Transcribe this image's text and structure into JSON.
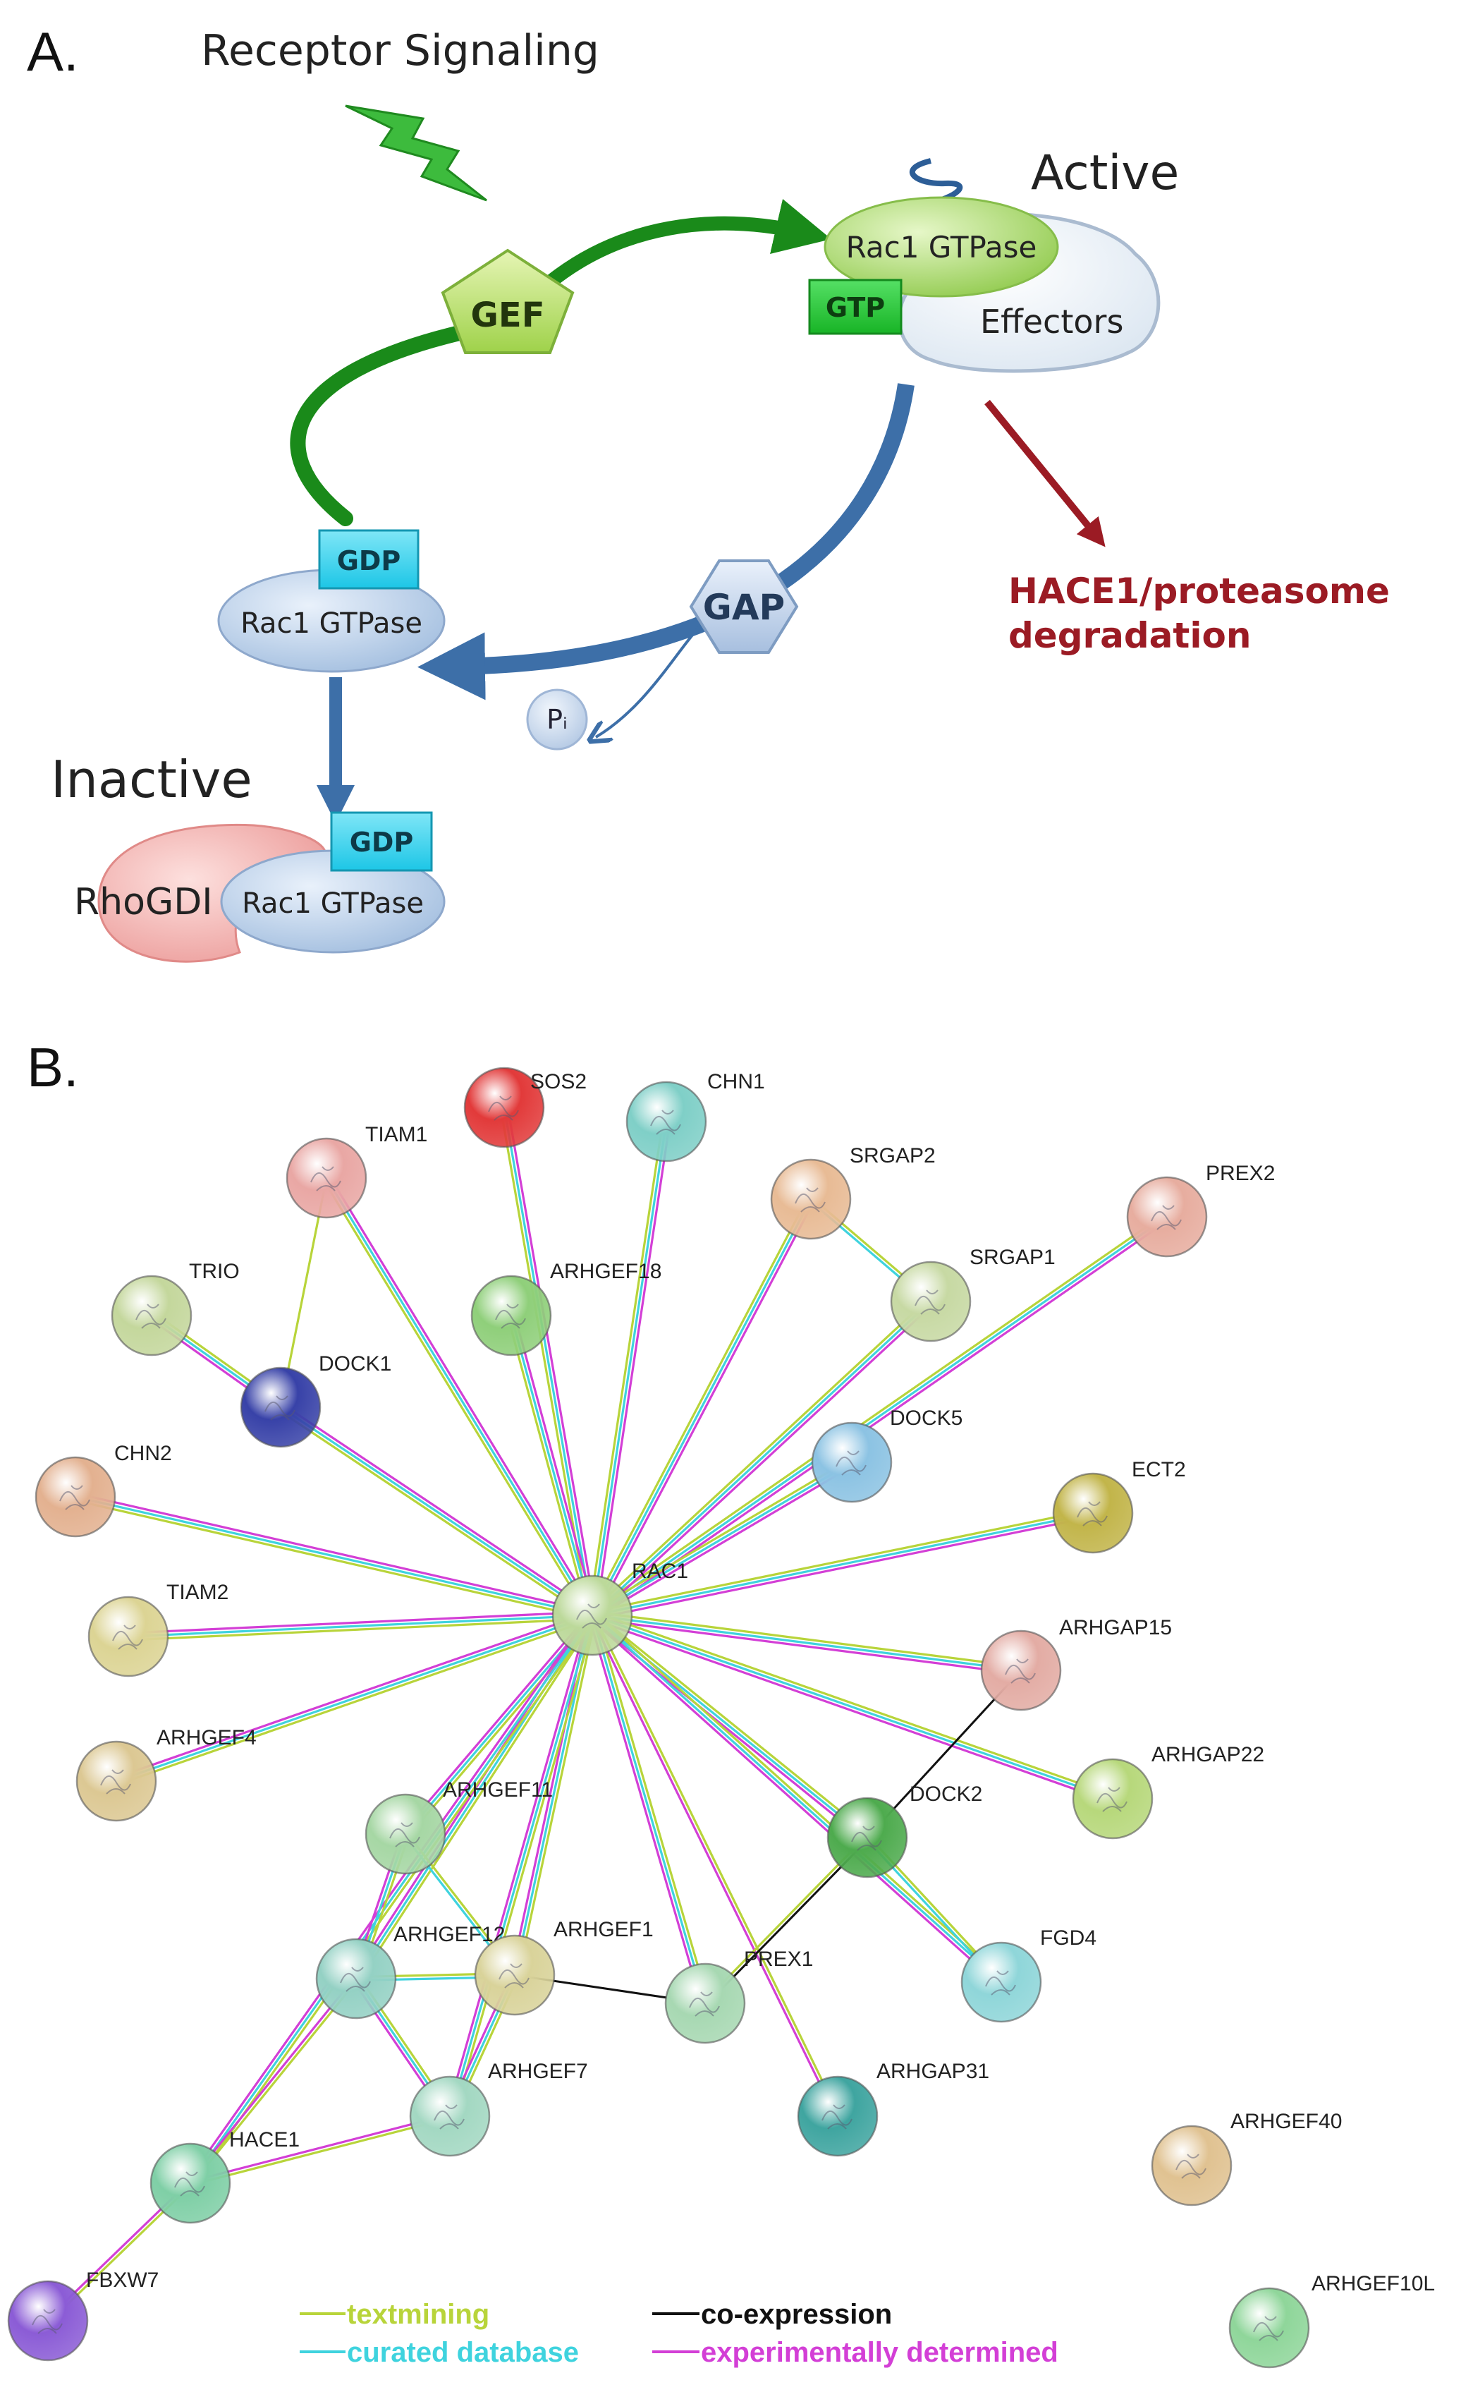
{
  "panel_a": {
    "label": "A.",
    "receptor_signaling": "Receptor Signaling",
    "active_label": "Active",
    "inactive_label": "Inactive",
    "gef": "GEF",
    "gap": "GAP",
    "gtp": "GTP",
    "gdp_top": "GDP",
    "gdp_bottom": "GDP",
    "rac1_active": "Rac1 GTPase",
    "rac1_gdp": "Rac1 GTPase",
    "rac1_bottom": "Rac1 GTPase",
    "effectors": "Effectors",
    "rhogdi": "RhoGDI",
    "pi": "Pᵢ",
    "degradation_line1": "HACE1/proteasome",
    "degradation_line2": "degradation",
    "colors": {
      "green_arrow": "#1a8a1a",
      "blue_arrow": "#3d6fa8",
      "degradation": "#9b1b24",
      "gtp": "#22cc33",
      "gdp": "#33d5f0",
      "rac1_active": "#a9dd6b",
      "rac1_inactive": "#b8d0ea",
      "rhogdi": "#f0aaa8"
    }
  },
  "panel_b": {
    "label": "B.",
    "legend": {
      "textmining": "textmining",
      "curated_database": "curated database",
      "co_expression": "co-expression",
      "experimentally_determined": "experimentally determined"
    },
    "colors": {
      "textmining": "#b8d43a",
      "curated_database": "#3fd3de",
      "co_expression": "#111111",
      "experimentally_determined": "#d33fd6"
    },
    "nodes": [
      {
        "id": "SOS2",
        "name": "SOS2",
        "color": "#e23a3a"
      },
      {
        "id": "CHN1",
        "name": "CHN1",
        "color": "#7fcfc7"
      },
      {
        "id": "TIAM1",
        "name": "TIAM1",
        "color": "#e9a7a4"
      },
      {
        "id": "SRGAP2",
        "name": "SRGAP2",
        "color": "#e8bb95"
      },
      {
        "id": "PREX2",
        "name": "PREX2",
        "color": "#e7ad9f"
      },
      {
        "id": "TRIO",
        "name": "TRIO",
        "color": "#c4d79c"
      },
      {
        "id": "ARHGEF18",
        "name": "ARHGEF18",
        "color": "#8fcf7a"
      },
      {
        "id": "SRGAP1",
        "name": "SRGAP1",
        "color": "#c7d9a3"
      },
      {
        "id": "DOCK1",
        "name": "DOCK1",
        "color": "#3842a8"
      },
      {
        "id": "DOCK5",
        "name": "DOCK5",
        "color": "#8cc3e3"
      },
      {
        "id": "CHN2",
        "name": "CHN2",
        "color": "#e3b190"
      },
      {
        "id": "ECT2",
        "name": "ECT2",
        "color": "#c2b54a"
      },
      {
        "id": "RAC1",
        "name": "RAC1",
        "color": "#bcd99a"
      },
      {
        "id": "TIAM2",
        "name": "TIAM2",
        "color": "#dcd494"
      },
      {
        "id": "ARHGAP15",
        "name": "ARHGAP15",
        "color": "#e3aca4"
      },
      {
        "id": "ARHGEF4",
        "name": "ARHGEF4",
        "color": "#dcc893"
      },
      {
        "id": "ARHGAP22",
        "name": "ARHGAP22",
        "color": "#b7d87b"
      },
      {
        "id": "ARHGEF11",
        "name": "ARHGEF11",
        "color": "#a6d7a4"
      },
      {
        "id": "DOCK2",
        "name": "DOCK2",
        "color": "#4eab4e"
      },
      {
        "id": "ARHGEF12",
        "name": "ARHGEF12",
        "color": "#94d1c4"
      },
      {
        "id": "ARHGEF1",
        "name": "ARHGEF1",
        "color": "#d9d39a"
      },
      {
        "id": "PREX1",
        "name": "PREX1",
        "color": "#a7d8b2"
      },
      {
        "id": "FGD4",
        "name": "FGD4",
        "color": "#8fd6d9"
      },
      {
        "id": "ARHGEF7",
        "name": "ARHGEF7",
        "color": "#a3d8c2"
      },
      {
        "id": "ARHGAP31",
        "name": "ARHGAP31",
        "color": "#3fa5a0"
      },
      {
        "id": "ARHGEF40",
        "name": "ARHGEF40",
        "color": "#e0c291"
      },
      {
        "id": "HACE1",
        "name": "HACE1",
        "color": "#7fcfa6"
      },
      {
        "id": "FBXW7",
        "name": "FBXW7",
        "color": "#8b5cd6"
      },
      {
        "id": "ARHGEF10L",
        "name": "ARHGEF10L",
        "color": "#8fd69a"
      }
    ],
    "edges": [
      {
        "source": "RAC1",
        "target": "SOS2",
        "types": [
          "textmining",
          "curated_database",
          "experimentally_determined"
        ]
      },
      {
        "source": "RAC1",
        "target": "CHN1",
        "types": [
          "textmining",
          "curated_database",
          "experimentally_determined"
        ]
      },
      {
        "source": "RAC1",
        "target": "TIAM1",
        "types": [
          "textmining",
          "curated_database",
          "experimentally_determined"
        ]
      },
      {
        "source": "RAC1",
        "target": "SRGAP2",
        "types": [
          "textmining",
          "curated_database",
          "experimentally_determined"
        ]
      },
      {
        "source": "RAC1",
        "target": "PREX2",
        "types": [
          "textmining",
          "curated_database",
          "experimentally_determined"
        ]
      },
      {
        "source": "RAC1",
        "target": "ARHGEF18",
        "types": [
          "textmining",
          "curated_database",
          "experimentally_determined"
        ]
      },
      {
        "source": "RAC1",
        "target": "SRGAP1",
        "types": [
          "textmining",
          "curated_database",
          "experimentally_determined"
        ]
      },
      {
        "source": "RAC1",
        "target": "DOCK1",
        "types": [
          "textmining",
          "curated_database",
          "experimentally_determined"
        ]
      },
      {
        "source": "RAC1",
        "target": "DOCK5",
        "types": [
          "textmining",
          "curated_database",
          "experimentally_determined"
        ]
      },
      {
        "source": "RAC1",
        "target": "CHN2",
        "types": [
          "textmining",
          "curated_database",
          "experimentally_determined"
        ]
      },
      {
        "source": "RAC1",
        "target": "ECT2",
        "types": [
          "textmining",
          "curated_database",
          "experimentally_determined"
        ]
      },
      {
        "source": "RAC1",
        "target": "TIAM2",
        "types": [
          "textmining",
          "curated_database",
          "experimentally_determined"
        ]
      },
      {
        "source": "RAC1",
        "target": "ARHGAP15",
        "types": [
          "textmining",
          "curated_database",
          "experimentally_determined"
        ]
      },
      {
        "source": "RAC1",
        "target": "ARHGEF4",
        "types": [
          "textmining",
          "curated_database",
          "experimentally_determined"
        ]
      },
      {
        "source": "RAC1",
        "target": "ARHGAP22",
        "types": [
          "textmining",
          "curated_database",
          "experimentally_determined"
        ]
      },
      {
        "source": "RAC1",
        "target": "ARHGEF11",
        "types": [
          "textmining",
          "curated_database",
          "experimentally_determined"
        ]
      },
      {
        "source": "RAC1",
        "target": "DOCK2",
        "types": [
          "textmining",
          "curated_database",
          "experimentally_determined"
        ]
      },
      {
        "source": "RAC1",
        "target": "ARHGEF12",
        "types": [
          "textmining",
          "curated_database",
          "experimentally_determined"
        ]
      },
      {
        "source": "RAC1",
        "target": "ARHGEF1",
        "types": [
          "textmining",
          "curated_database",
          "experimentally_determined"
        ]
      },
      {
        "source": "RAC1",
        "target": "PREX1",
        "types": [
          "textmining",
          "curated_database",
          "experimentally_determined"
        ]
      },
      {
        "source": "RAC1",
        "target": "FGD4",
        "types": [
          "textmining",
          "curated_database",
          "experimentally_determined"
        ]
      },
      {
        "source": "RAC1",
        "target": "ARHGEF7",
        "types": [
          "textmining",
          "curated_database",
          "experimentally_determined"
        ]
      },
      {
        "source": "RAC1",
        "target": "ARHGAP31",
        "types": [
          "textmining",
          "experimentally_determined"
        ]
      },
      {
        "source": "RAC1",
        "target": "HACE1",
        "types": [
          "textmining",
          "curated_database",
          "experimentally_determined"
        ]
      },
      {
        "source": "TRIO",
        "target": "DOCK1",
        "types": [
          "textmining",
          "curated_database",
          "experimentally_determined"
        ]
      },
      {
        "source": "TIAM1",
        "target": "DOCK1",
        "types": [
          "textmining"
        ]
      },
      {
        "source": "SRGAP2",
        "target": "SRGAP1",
        "types": [
          "textmining",
          "curated_database"
        ]
      },
      {
        "source": "ARHGAP15",
        "target": "DOCK2",
        "types": [
          "co_expression"
        ]
      },
      {
        "source": "DOCK2",
        "target": "FGD4",
        "types": [
          "textmining",
          "curated_database"
        ]
      },
      {
        "source": "DOCK2",
        "target": "PREX1",
        "types": [
          "co_expression",
          "textmining"
        ]
      },
      {
        "source": "ARHGEF11",
        "target": "ARHGEF12",
        "types": [
          "textmining",
          "curated_database",
          "experimentally_determined"
        ]
      },
      {
        "source": "ARHGEF11",
        "target": "ARHGEF1",
        "types": [
          "textmining",
          "curated_database"
        ]
      },
      {
        "source": "ARHGEF12",
        "target": "ARHGEF1",
        "types": [
          "textmining",
          "curated_database"
        ]
      },
      {
        "source": "ARHGEF12",
        "target": "ARHGEF7",
        "types": [
          "textmining",
          "curated_database",
          "experimentally_determined"
        ]
      },
      {
        "source": "ARHGEF1",
        "target": "ARHGEF7",
        "types": [
          "textmining",
          "curated_database",
          "experimentally_determined"
        ]
      },
      {
        "source": "ARHGEF1",
        "target": "PREX1",
        "types": [
          "co_expression"
        ]
      },
      {
        "source": "ARHGEF12",
        "target": "HACE1",
        "types": [
          "textmining",
          "experimentally_determined"
        ]
      },
      {
        "source": "ARHGEF7",
        "target": "HACE1",
        "types": [
          "textmining",
          "experimentally_determined"
        ]
      },
      {
        "source": "HACE1",
        "target": "FBXW7",
        "types": [
          "textmining",
          "experimentally_determined"
        ]
      }
    ]
  }
}
